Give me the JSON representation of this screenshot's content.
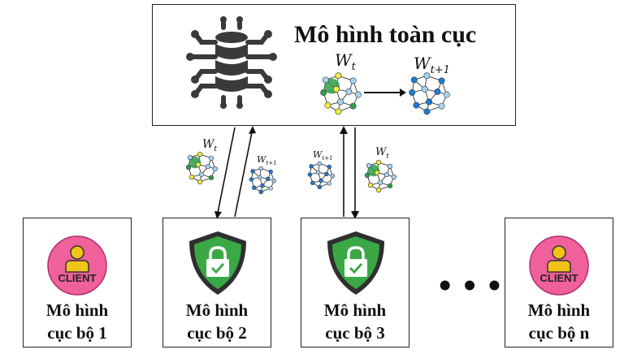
{
  "global": {
    "title": "Mô hình toàn cục",
    "weight_current": "W",
    "weight_current_sub": "t",
    "weight_next": "W",
    "weight_next_sub": "t+1"
  },
  "transfer_labels": [
    {
      "main": "W",
      "sub": "t"
    },
    {
      "main": "W",
      "sub": "t+1"
    },
    {
      "main": "W",
      "sub": "t+1"
    },
    {
      "main": "W",
      "sub": "t"
    }
  ],
  "clients": [
    {
      "line1": "Mô hình",
      "line2": "cục bộ 1",
      "icon": "client-icon",
      "badge": "CLIENT"
    },
    {
      "line1": "Mô hình",
      "line2": "cục bộ 2",
      "icon": "shield-lock-icon"
    },
    {
      "line1": "Mô hình",
      "line2": "cục bộ 3",
      "icon": "shield-lock-icon"
    },
    {
      "line1": "Mô hình",
      "line2": "cục bộ n",
      "icon": "client-icon",
      "badge": "CLIENT"
    }
  ],
  "ellipsis": "• • •",
  "colors": {
    "client_pink": "#f0609a",
    "client_body": "#f2c318",
    "shield_green": "#3aa845",
    "server_icon": "#3a3a3a",
    "node_yellow": "#f2ef3a",
    "node_green": "#2f9e4a",
    "node_blue": "#1d7bd8",
    "node_lightblue": "#a8d4f4"
  }
}
